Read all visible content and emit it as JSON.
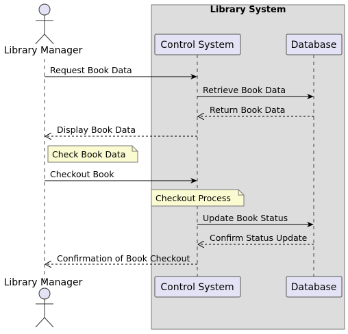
{
  "box": {
    "title": "Library System"
  },
  "actors": {
    "manager": "Library Manager"
  },
  "participants": {
    "control": "Control System",
    "database": "Database"
  },
  "messages": [
    "Request Book Data",
    "Retrieve Book Data",
    "Return Book Data",
    "Display Book Data",
    "Checkout Book",
    "Update Book Status",
    "Confirm Status Update",
    "Confirmation of Book Checkout"
  ],
  "notes": [
    "Check Book Data",
    "Checkout Process"
  ],
  "colors": {
    "box_fill": "#dddddd",
    "participant_fill": "#e3e3f5",
    "note_fill": "#fbfbd2"
  }
}
